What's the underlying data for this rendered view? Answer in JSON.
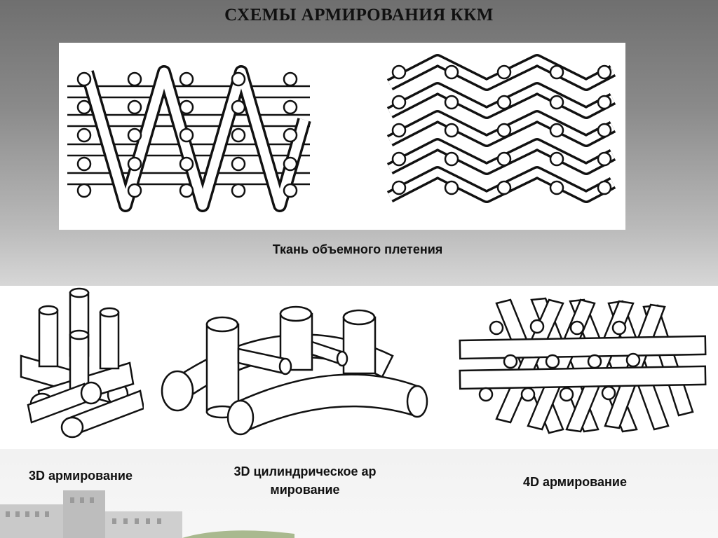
{
  "slide": {
    "title": "СХЕМЫ АРМИРОВАНИЯ ККМ",
    "caption_weave": "Ткань объемного плетения",
    "caption_3d": "3D армирование",
    "caption_cylindrical": "3D цилиндрическое армирование",
    "caption_4d": "4D армирование"
  },
  "figures": [
    {
      "name": "woven-fabric-schemes",
      "icon": "weave-diagram"
    },
    {
      "name": "3d-reinforcement",
      "icon": "rod-bundle"
    },
    {
      "name": "3d-cylindrical-reinforcement",
      "icon": "curved-rod-assembly"
    },
    {
      "name": "4d-reinforcement",
      "icon": "crossed-strips"
    }
  ],
  "colors": {
    "ink": "#111111",
    "panel": "#ffffff"
  }
}
